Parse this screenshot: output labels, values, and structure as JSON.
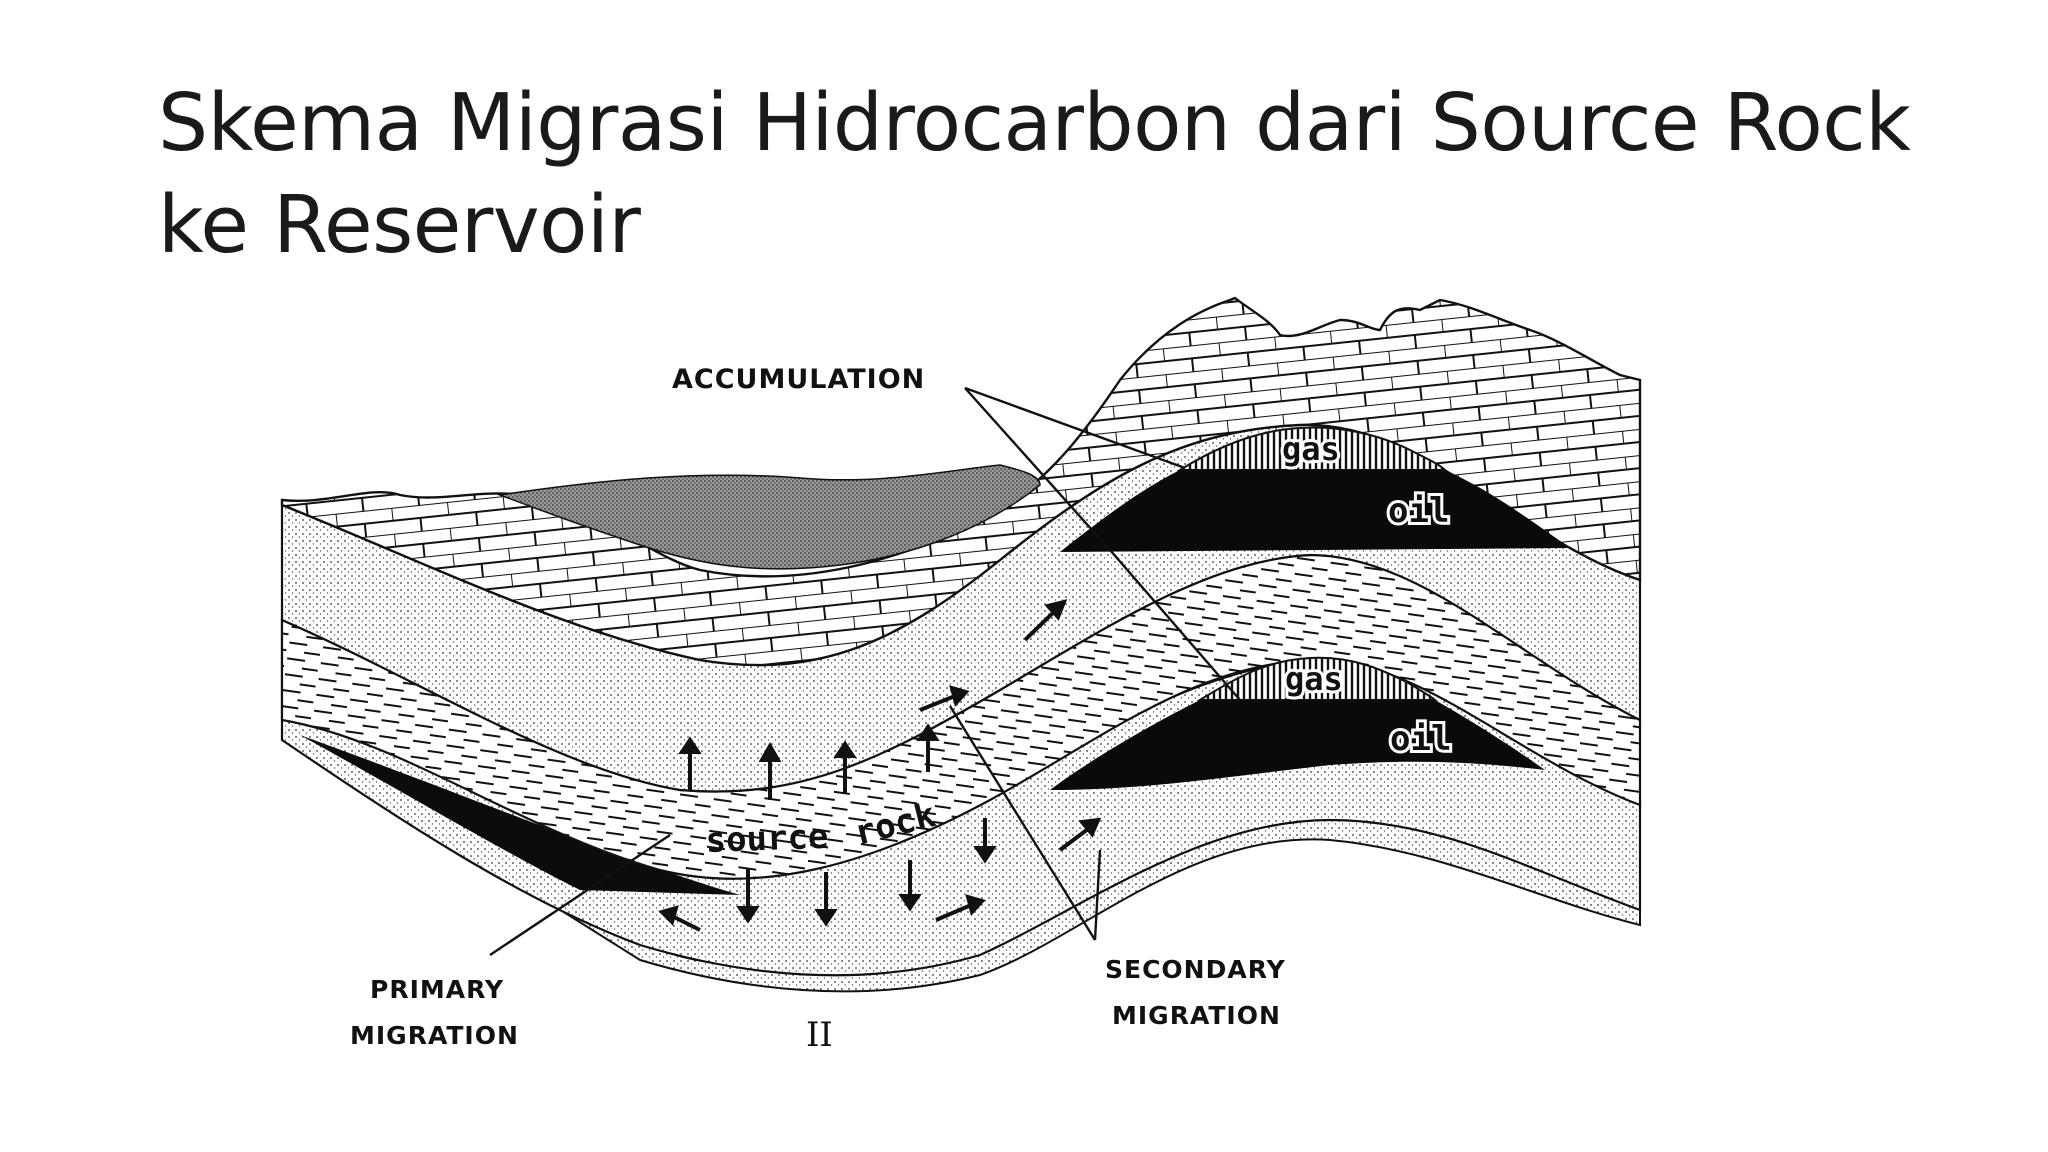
{
  "title": {
    "line1": "Skema Migrasi Hidrocarbon dari Source Rock",
    "line2": "ke Reservoir"
  },
  "diagram": {
    "labels": {
      "accumulation": "ACCUMULATION",
      "primary_migration_1": "PRIMARY",
      "primary_migration_2": "MIGRATION",
      "secondary_migration_1": "SECONDARY",
      "secondary_migration_2": "MIGRATION",
      "source_rock_1": "source",
      "source_rock_2": "rock",
      "gas_upper": "gas",
      "oil_upper": "oil",
      "gas_lower": "gas",
      "oil_lower": "oil",
      "figure_number": "II"
    }
  }
}
